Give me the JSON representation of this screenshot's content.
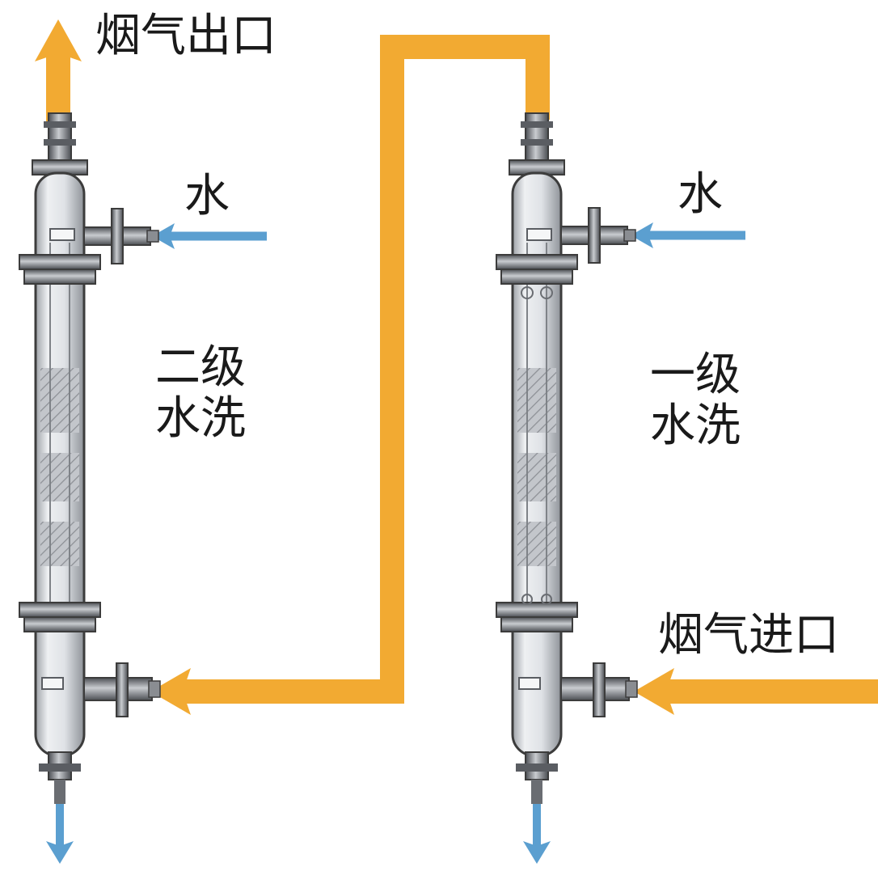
{
  "labels": {
    "gas_outlet": "烟气出口",
    "gas_inlet": "烟气进口",
    "water_left": "水",
    "water_right": "水",
    "stage2_line1": "二级",
    "stage2_line2": "水洗",
    "stage1_line1": "一级",
    "stage1_line2": "水洗"
  },
  "colors": {
    "gas_flow": "#F2AA32",
    "water_flow": "#5B9FD0",
    "column_body": "#E6E8EB",
    "column_outline": "#3C3C3C",
    "packing_band": "#B5B8BD",
    "text": "#1A1A1A"
  },
  "icons": {
    "gas_flow_arrow": "arrow-icon",
    "water_flow_arrow": "arrow-icon"
  }
}
